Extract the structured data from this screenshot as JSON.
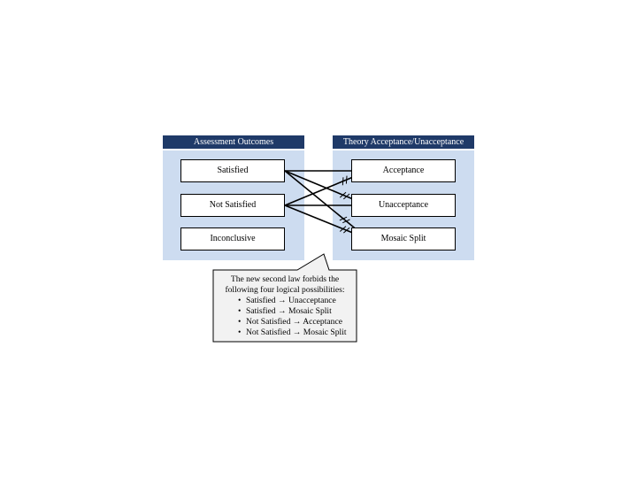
{
  "left_panel": {
    "header": "Assessment Outcomes",
    "items": [
      "Satisfied",
      "Not Satisfied",
      "Inconclusive"
    ]
  },
  "right_panel": {
    "header": "Theory Acceptance/Unacceptance",
    "items": [
      "Acceptance",
      "Unacceptance",
      "Mosaic Split"
    ]
  },
  "connections": [
    {
      "from": "Satisfied",
      "to": "Acceptance",
      "forbidden": false
    },
    {
      "from": "Satisfied",
      "to": "Unacceptance",
      "forbidden": true
    },
    {
      "from": "Satisfied",
      "to": "Mosaic Split",
      "forbidden": true
    },
    {
      "from": "Not Satisfied",
      "to": "Acceptance",
      "forbidden": true
    },
    {
      "from": "Not Satisfied",
      "to": "Unacceptance",
      "forbidden": false
    },
    {
      "from": "Not Satisfied",
      "to": "Mosaic Split",
      "forbidden": true
    }
  ],
  "callout": {
    "line1": "The new second law forbids the",
    "line2": "following four logical possibilities:",
    "bullet": "•",
    "items": [
      "Satisfied → Unacceptance",
      "Satisfied → Mosaic Split",
      "Not Satisfied → Acceptance",
      "Not Satisfied → Mosaic Split"
    ]
  },
  "colors": {
    "header_bg": "#1f3a68",
    "panel_bg": "#cddcf0",
    "arrow": "#000000",
    "callout_bg": "#f2f2f2"
  }
}
